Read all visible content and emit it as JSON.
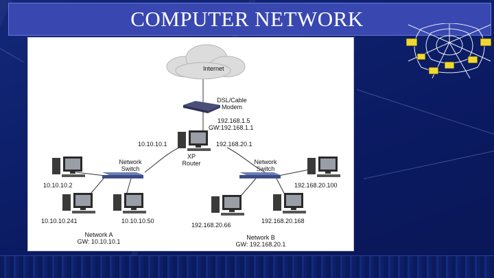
{
  "slide": {
    "title": "COMPUTER NETWORK"
  },
  "diagram": {
    "internet": "Internet",
    "modem": {
      "line1": "DSL/Cable",
      "line2": "Modem"
    },
    "router": {
      "wan_ip": "192.168.1.5",
      "wan_gw": "GW:192.168.1.1",
      "left_ip": "10.10.10.1",
      "right_ip": "192.168.20.1",
      "name_line1": "XP",
      "name_line2": "Router"
    },
    "switch_a": {
      "line1": "Network",
      "line2": "Switch"
    },
    "switch_b": {
      "line1": "Network",
      "line2": "Switch"
    },
    "hosts": {
      "a1": "10.10.10.2",
      "a2": "10.10.10.241",
      "a3": "10.10.10.50",
      "b1": "192.168.20.100",
      "b2": "192.168.20.66",
      "b3": "192.168.20.168"
    },
    "network_a": {
      "name": "Network A",
      "gw": "GW: 10.10.10.1"
    },
    "network_b": {
      "name": "Network B",
      "gw": "GW: 192.168.20.1"
    }
  }
}
